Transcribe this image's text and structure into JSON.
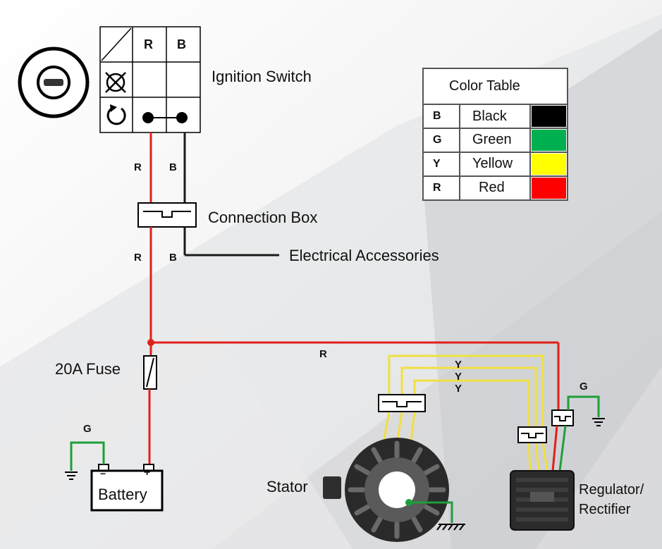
{
  "ignition": {
    "title": "Ignition Switch",
    "col_r": "R",
    "col_b": "B"
  },
  "connection_box": {
    "label": "Connection Box"
  },
  "accessories": {
    "label": "Electrical Accessories"
  },
  "fuse": {
    "label": "20A Fuse"
  },
  "battery": {
    "label": "Battery",
    "neg": "−",
    "pos": "+"
  },
  "stator": {
    "label": "Stator"
  },
  "regulator": {
    "label_line1": "Regulator/",
    "label_line2": "Rectifier"
  },
  "wire_labels": {
    "r1": "R",
    "b1": "B",
    "r2": "R",
    "b2": "B",
    "r3": "R",
    "g_battery": "G",
    "g_reg": "G",
    "y1": "Y",
    "y2": "Y",
    "y3": "Y"
  },
  "color_table": {
    "title": "Color Table",
    "rows": [
      {
        "code": "B",
        "name": "Black",
        "swatch": "#000000"
      },
      {
        "code": "G",
        "name": "Green",
        "swatch": "#00b050"
      },
      {
        "code": "Y",
        "name": "Yellow",
        "swatch": "#ffff00"
      },
      {
        "code": "R",
        "name": "Red",
        "swatch": "#ff0000"
      }
    ]
  },
  "colors": {
    "red": "#e0201a",
    "black": "#1a1a1a",
    "green": "#1e9e3a",
    "yellow": "#f0e040"
  }
}
